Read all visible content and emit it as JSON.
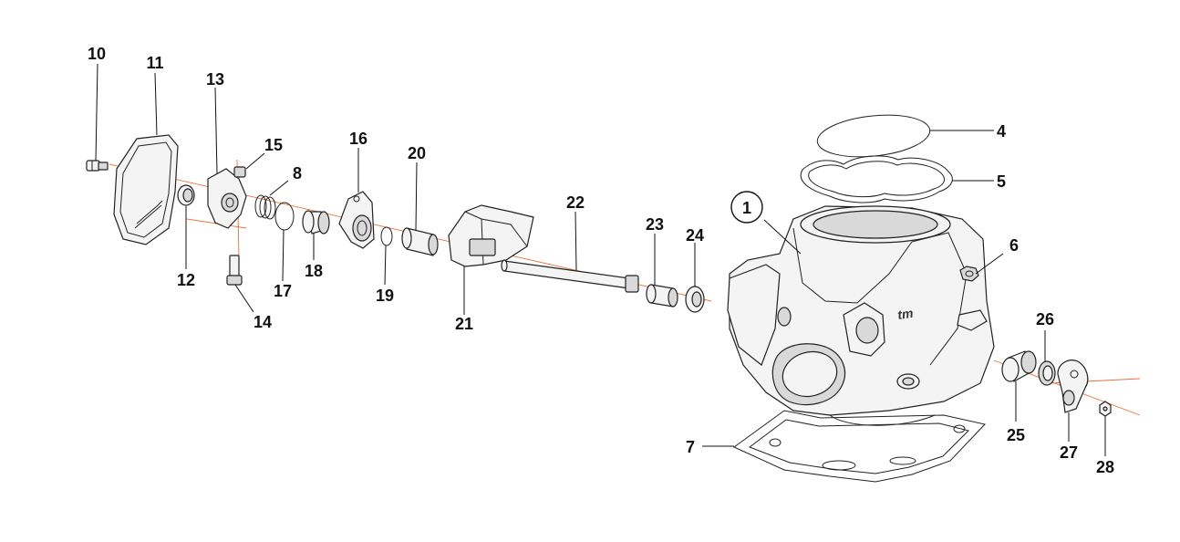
{
  "colors": {
    "axis": "#e8743a",
    "line": "#222222",
    "fill": "#f4f4f4"
  },
  "labels": {
    "p1": "1",
    "p4": "4",
    "p5": "5",
    "p6": "6",
    "p7": "7",
    "p8": "8",
    "p10": "10",
    "p11": "11",
    "p12": "12",
    "p13": "13",
    "p14": "14",
    "p15": "15",
    "p16": "16",
    "p17": "17",
    "p18": "18",
    "p19": "19",
    "p20": "20",
    "p21": "21",
    "p22": "22",
    "p23": "23",
    "p24": "24",
    "p25": "25",
    "p26": "26",
    "p27": "27",
    "p28": "28"
  }
}
